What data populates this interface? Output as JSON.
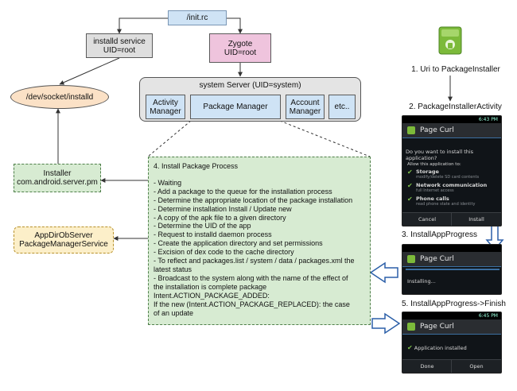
{
  "init_rc": "/init.rc",
  "installd_service": {
    "line1": "installd service",
    "line2": "UID=root"
  },
  "zygote": {
    "line1": "Zygote",
    "line2": "UID=root"
  },
  "socket": "/dev/socket/installd",
  "system_server": {
    "title": "system Server (UID=system)",
    "activity_manager": {
      "line1": "Activity",
      "line2": "Manager"
    },
    "package_manager": "Package Manager",
    "account_manager": {
      "line1": "Account",
      "line2": "Manager"
    },
    "etc": "etc.."
  },
  "installer": {
    "line1": "Installer",
    "line2": "com.android.server.pm"
  },
  "appdirobserver": {
    "line1": "AppDirObServer",
    "line2": "PackageManagerService"
  },
  "process": {
    "title": "4. Install Package Process",
    "lines": [
      "- Waiting",
      "- Add a package to the queue for the installation process",
      "- Determine the appropriate location of the package installation",
      "- Determine installation Install / Update new",
      "- A copy of the apk file to a given directory",
      "- Determine the UID of the app",
      "- Request to installd daemon process",
      "- Create the application directory and set permissions",
      "- Excision of dex code to the cache directory",
      "- To reflect and packages.list / system / data / packages.xml the",
      "latest status",
      "- Broadcast to the system along with the name of the effect of",
      "the installation is complete package",
      "Intent.ACTION_PACKAGE_ADDED:",
      "If the new (Intent.ACTION_PACKAGE_REPLACED): the case",
      "of an update"
    ]
  },
  "steps": {
    "step1": "1. Uri to PackageInstaller",
    "step2": "2. PackageInstallerActivity",
    "step3": "3. InstallAppProgress",
    "step5": "5. InstallAppProgress->Finish"
  },
  "screen2": {
    "time": "6:43 PM",
    "title": "Page Curl",
    "question": "Do you want to install this application?",
    "allow": "Allow this application to:",
    "permissions": [
      {
        "name": "Storage",
        "desc": "modify/delete SD card contents"
      },
      {
        "name": "Network communication",
        "desc": "full Internet access"
      },
      {
        "name": "Phone calls",
        "desc": "read phone state and identity"
      }
    ],
    "cancel": "Cancel",
    "install": "Install"
  },
  "screen3": {
    "title": "Page Curl",
    "status": "Installing..."
  },
  "screen5": {
    "time": "6:45 PM",
    "title": "Page Curl",
    "status": "Application installed",
    "done": "Done",
    "open": "Open"
  },
  "colors": {
    "blue_box": "#cfe3f5",
    "pink_box": "#efc4dd",
    "orange_fill": "#fbe1c6",
    "yellow_fill": "#fcefc9",
    "green_fill": "#d7ebd2",
    "grey_fill": "#dedede",
    "arrow_blue": "#2b5fa8"
  }
}
